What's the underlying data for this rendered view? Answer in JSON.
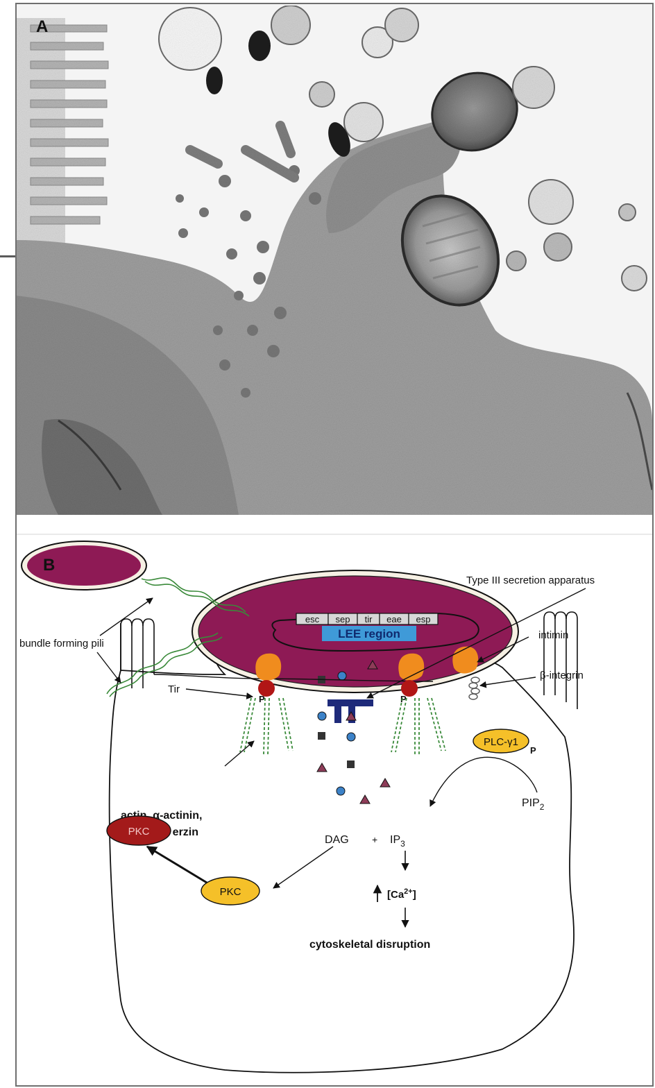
{
  "panel_a": {
    "label": "A"
  },
  "panel_b": {
    "label": "B",
    "lee_genes": [
      "esc",
      "sep",
      "tir",
      "eae",
      "esp"
    ],
    "lee_region": "LEE region",
    "labels": {
      "type3": "Type III secretion apparatus",
      "intimin": "intimin",
      "integrin": "β-integrin",
      "bfp": "bundle forming pili",
      "tir": "Tir",
      "p": "P",
      "actin_1": "actin, α-actinin,",
      "actin_2": "talin, and erzin",
      "plc": "PLC-γ1",
      "pip2_main": "PIP",
      "pip2_sub": "2",
      "dag": "DAG",
      "plus": "+",
      "ip3_main": "IP",
      "ip3_sub": "3",
      "ca_open": "[Ca",
      "ca_sup": "2+",
      "ca_close": "]",
      "pkc_active": "PKC",
      "pkc": "PKC",
      "disruption": "cytoskeletal disruption"
    },
    "colors": {
      "bacterium": "#8e1a55",
      "bacterium_outer": "#f6f0e4",
      "lee_box": "#3f9ad8",
      "intimin": "#f08c1e",
      "tir": "#b11616",
      "secretion": "#1e2a7a",
      "actin": "#3a8a3a",
      "plc": "#f5c029",
      "pkc_active": "#a31a1a",
      "pkc": "#f5c029",
      "triangle": "#8e3c58",
      "circle": "#3c82c8",
      "square": "#333333"
    }
  }
}
